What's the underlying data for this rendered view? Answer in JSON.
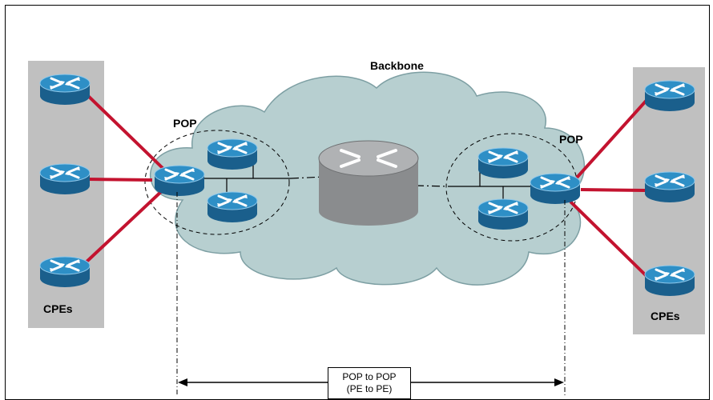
{
  "diagram": {
    "backbone_label": "Backbone",
    "pop_left_label": "POP",
    "pop_right_label": "POP",
    "cpe_left_label": "CPEs",
    "cpe_right_label": "CPEs",
    "span_line1": "POP to POP",
    "span_line2": "(PE to PE)"
  },
  "colors": {
    "cloud_fill": "#b7cfd0",
    "cpe_panel": "#c0c0c0",
    "access_link": "#c3132f",
    "router_top": "#2e8fc6",
    "router_side": "#1a5f8c",
    "core_router": "#9fa1a3"
  },
  "icons": [
    "router-icon",
    "core-router-icon",
    "cloud-icon"
  ]
}
